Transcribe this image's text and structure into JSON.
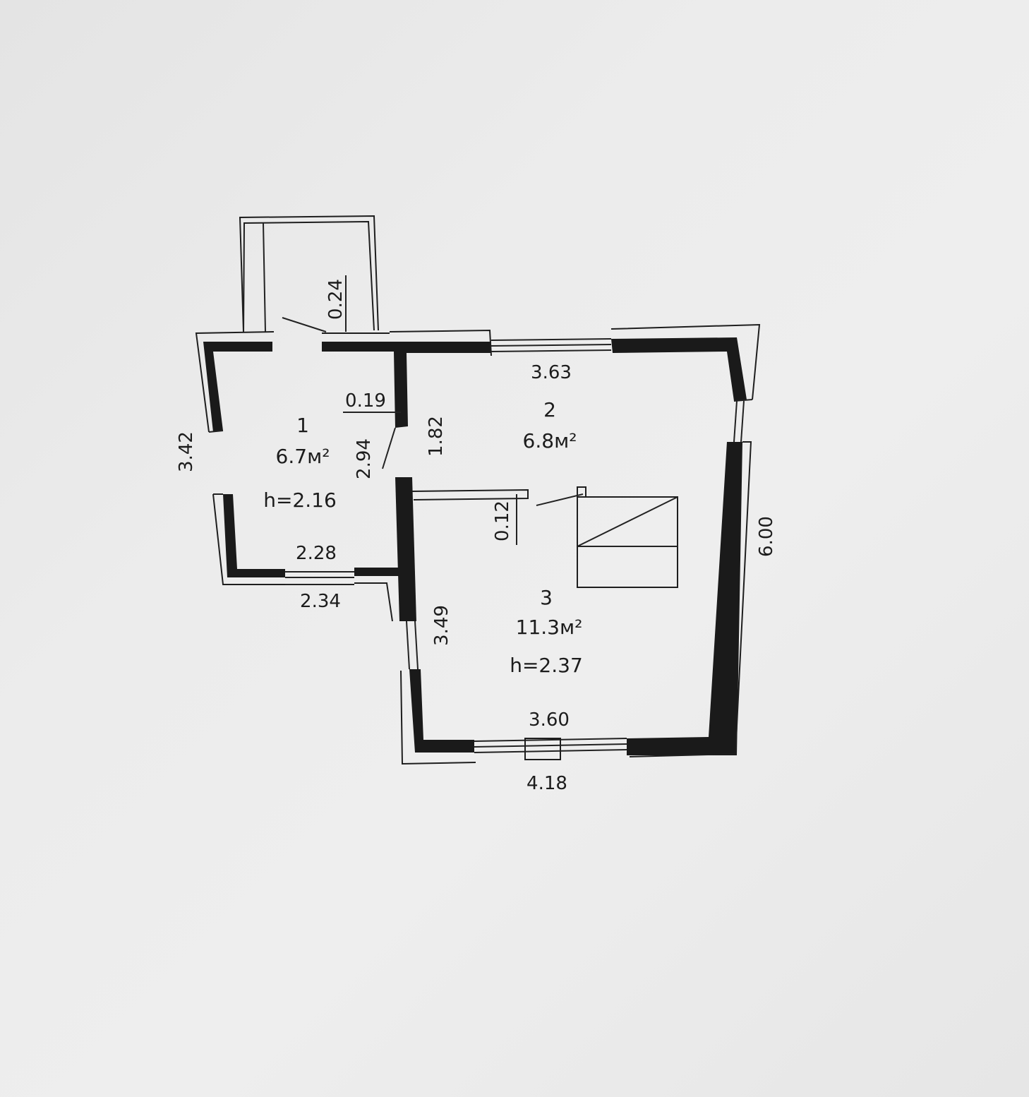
{
  "rooms": [
    {
      "number": "1",
      "area": "6.7м²",
      "height": "h=2.16"
    },
    {
      "number": "2",
      "area": "6.8м²"
    },
    {
      "number": "3",
      "area": "11.3м²",
      "height": "h=2.37"
    }
  ],
  "dimensions": {
    "porch_wall": "0.24",
    "partition_1_2": "0.19",
    "room1_depth": "2.94",
    "room2_depth": "1.82",
    "room1_outer_side": "3.42",
    "room1_inner_width": "2.28",
    "room1_outer_width": "2.34",
    "room2_width": "3.63",
    "partition_2_3": "0.12",
    "room3_side": "3.49",
    "right_wall": "6.00",
    "room3_inner_width": "3.60",
    "room3_outer_width": "4.18"
  }
}
